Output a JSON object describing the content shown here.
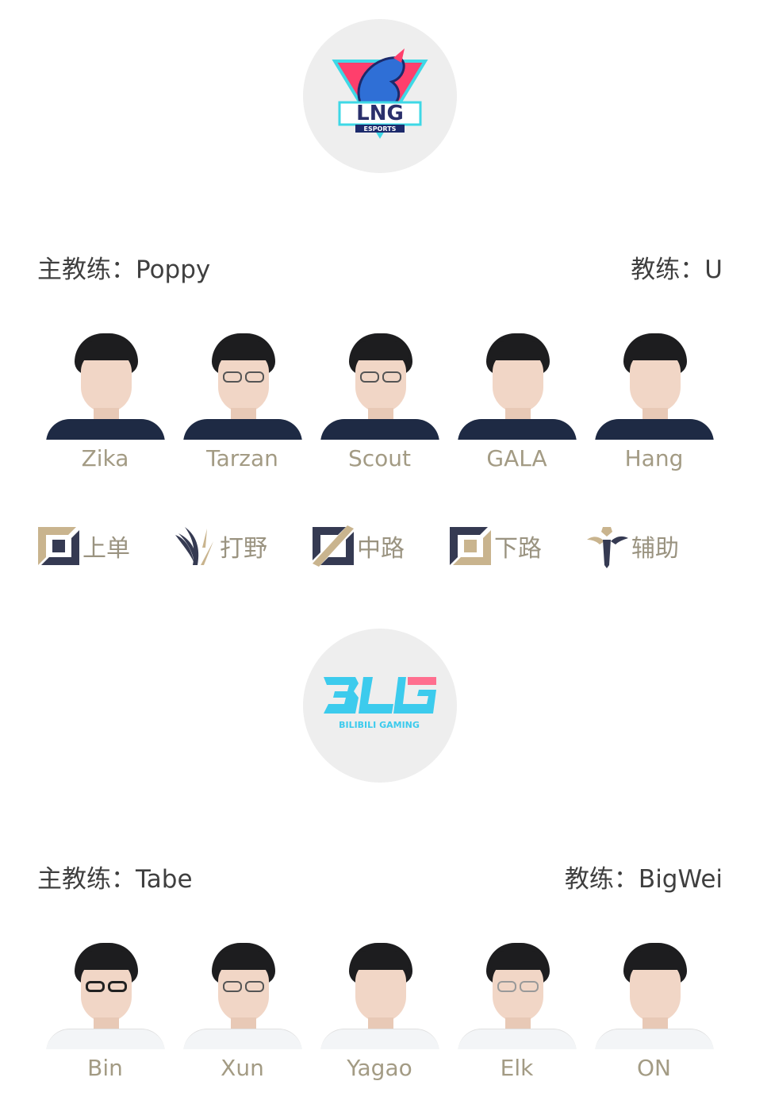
{
  "teams": [
    {
      "logo": {
        "name": "LNG",
        "subtitle": "ESPORTS",
        "colors": {
          "primary": "#2d3e8f",
          "accent": "#ff3f6c",
          "outline": "#3ed8e6"
        }
      },
      "head_coach_label": "主教练：",
      "head_coach": "Poppy",
      "coach_label": "教练：",
      "coach": "U",
      "players": [
        {
          "name": "Zika",
          "glasses": false
        },
        {
          "name": "Tarzan",
          "glasses": true
        },
        {
          "name": "Scout",
          "glasses": true
        },
        {
          "name": "GALA",
          "glasses": false
        },
        {
          "name": "Hang",
          "glasses": false
        }
      ]
    },
    {
      "logo": {
        "name": "BLG",
        "subtitle": "BILIBILI GAMING",
        "colors": {
          "primary": "#3ccbed",
          "accent": "#ff6f8f"
        }
      },
      "head_coach_label": "主教练：",
      "head_coach": "Tabe",
      "coach_label": "教练：",
      "coach": "BigWei",
      "players": [
        {
          "name": "Bin",
          "glasses": true
        },
        {
          "name": "Xun",
          "glasses": true
        },
        {
          "name": "Yagao",
          "glasses": false
        },
        {
          "name": "Elk",
          "glasses": true
        },
        {
          "name": "ON",
          "glasses": false
        }
      ]
    }
  ],
  "roles": [
    {
      "label": "上单",
      "icon": "top-lane-icon"
    },
    {
      "label": "打野",
      "icon": "jungle-icon"
    },
    {
      "label": "中路",
      "icon": "mid-lane-icon"
    },
    {
      "label": "下路",
      "icon": "bot-lane-icon"
    },
    {
      "label": "辅助",
      "icon": "support-icon"
    }
  ],
  "colors": {
    "icon_dark": "#353a52",
    "icon_gold": "#c9b48e",
    "player_name": "#a39b84",
    "coach_text": "#3f3f3f"
  }
}
